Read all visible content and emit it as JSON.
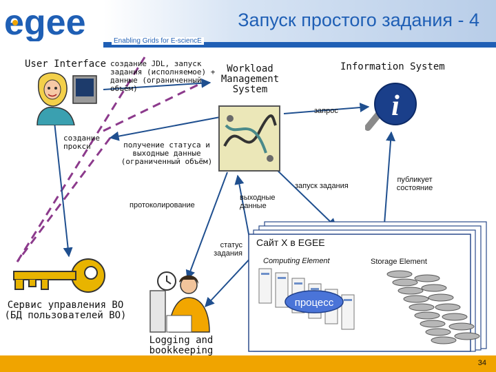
{
  "header": {
    "logo_text": "egee",
    "title": "Запуск простого задания - 4",
    "tagline": "Enabling Grids for E-sciencE"
  },
  "footer": {
    "page_number": "34"
  },
  "nodes": {
    "user_interface": "User Interface",
    "wms": [
      "Workload",
      "Management",
      "System"
    ],
    "information_system": "Information System",
    "vo_service": [
      "Сервис управления ВО",
      "(БД пользователей ВО)"
    ],
    "logging": [
      "Logging and",
      "bookkeeping"
    ],
    "site": "Сайт X в EGEE",
    "computing_element": "Computing Element",
    "storage_element": "Storage Element",
    "process": "процесс"
  },
  "labels": {
    "create_jdl": [
      "создание JDL, запуск",
      "задания (исполняемое) +",
      "данные (ограниченный",
      "объём)"
    ],
    "create_proxy": [
      "создание",
      "прокси"
    ],
    "get_status": [
      "получение статуса и",
      "выходные данные",
      "(ограниченный объём)"
    ],
    "request": "запрос",
    "job_launch": "запуск задания",
    "publishes_state": [
      "публикует",
      "состояние"
    ],
    "output_data": [
      "выходные",
      "данные"
    ],
    "logging_action": "протоколирование",
    "job_status": [
      "статус",
      "задания"
    ]
  },
  "colors": {
    "title_blue": "#1f5fb5",
    "footer_orange": "#f0a400",
    "dashed_line": "#8c3a8c",
    "arrow_blue": "#1f4f8f",
    "process_fill": "#4a74d8"
  },
  "icons": {
    "user": "user-at-computer-icon",
    "wms": "workflow-map-icon",
    "info": "info-icon",
    "key": "key-icon",
    "logging": "clerk-with-clock-icon",
    "server": "server-icon",
    "disk": "disk-icon"
  }
}
